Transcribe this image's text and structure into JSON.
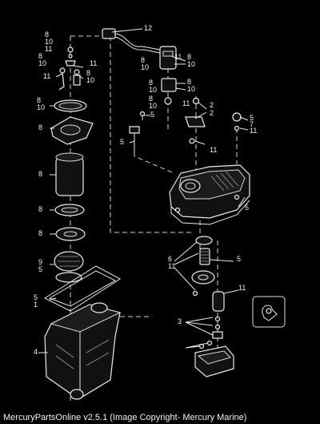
{
  "caption": "MercuryPartsOnline v2.5.1 (Image Copyright- Mercury Marine)",
  "callouts": {
    "c1": "12",
    "c2": "8",
    "c3": "10",
    "c4": "11",
    "c5": "8",
    "c6": "10",
    "c7": "11",
    "c8": "11",
    "c9": "8",
    "c10": "10",
    "c11": "8",
    "c12": "10",
    "c13": "11",
    "c14": "8",
    "c15": "10",
    "c16": "8",
    "c17": "10",
    "c18": "8",
    "c19": "10",
    "c20": "8",
    "c21": "10",
    "c22": "11",
    "c23": "2",
    "c24": "2",
    "c25": "11",
    "c26": "8",
    "c27": "10",
    "c28": "5",
    "c29": "5",
    "c30": "5",
    "c31": "7",
    "c32": "11",
    "c33": "8",
    "c34": "8",
    "c35": "5",
    "c36": "8",
    "c37": "8",
    "c38": "9",
    "c39": "5",
    "c40": "6",
    "c41": "11",
    "c42": "5",
    "c43": "11",
    "c44": "5",
    "c45": "1",
    "c46": "4",
    "c47": "3"
  }
}
